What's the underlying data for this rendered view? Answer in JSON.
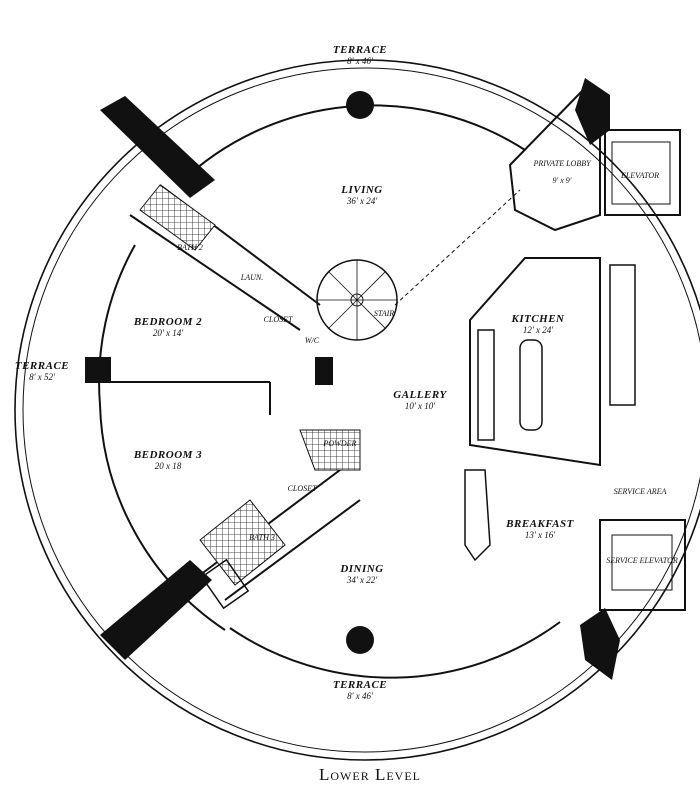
{
  "caption": "Lower Level",
  "rooms": {
    "terrace_top": {
      "name": "TERRACE",
      "dim": "8' x 46'"
    },
    "terrace_left": {
      "name": "TERRACE",
      "dim": "8' x 52'"
    },
    "terrace_bottom": {
      "name": "TERRACE",
      "dim": "8' x 46'"
    },
    "living": {
      "name": "LIVING",
      "dim": "36' x 24'"
    },
    "private_lobby": {
      "name": "PRIVATE LOBBY",
      "dim": "9' x 9'"
    },
    "elevator": {
      "name": "ELEVATOR"
    },
    "bath2": {
      "name": "BATH 2"
    },
    "laun": {
      "name": "LAUN."
    },
    "closet1": {
      "name": "CLOSET"
    },
    "bedroom2": {
      "name": "BEDROOM 2",
      "dim": "20' x 14'"
    },
    "wic": {
      "name": "W/C"
    },
    "stair": {
      "name": "STAIR"
    },
    "kitchen": {
      "name": "KITCHEN",
      "dim": "12' x 24'"
    },
    "gallery": {
      "name": "GALLERY",
      "dim": "10' x 10'"
    },
    "bedroom3": {
      "name": "BEDROOM 3",
      "dim": "20 x 18"
    },
    "powder": {
      "name": "POWDER"
    },
    "closet2": {
      "name": "CLOSET"
    },
    "bath3": {
      "name": "BATH 3"
    },
    "service_area": {
      "name": "SERVICE AREA"
    },
    "breakfast": {
      "name": "BREAKFAST",
      "dim": "13' x 16'"
    },
    "service_elevator": {
      "name": "SERVICE ELEVATOR"
    },
    "dining": {
      "name": "DINING",
      "dim": "34' x 22'"
    }
  }
}
